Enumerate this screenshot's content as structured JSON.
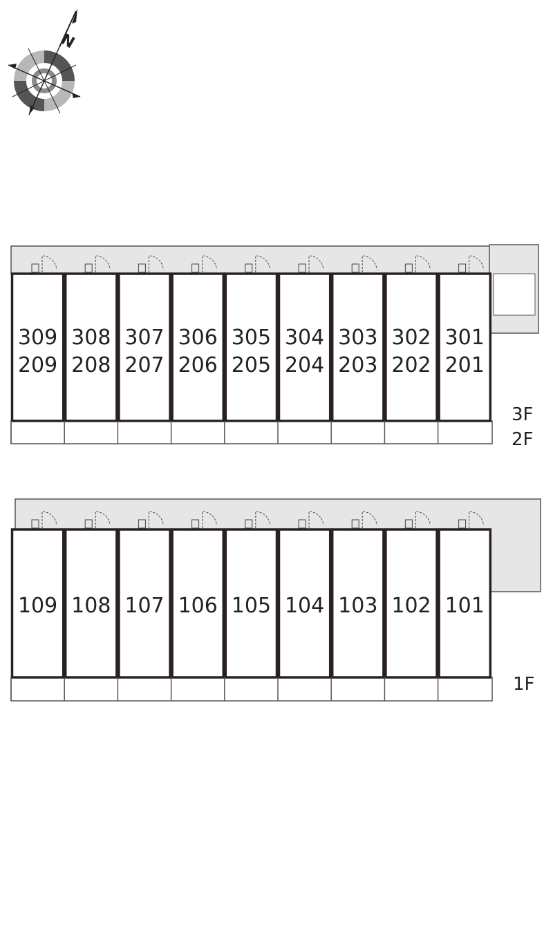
{
  "compass": {
    "north_label": "N",
    "icon": "compass-rose-icon"
  },
  "upper_block": {
    "floor_labels": [
      "3F",
      "2F"
    ],
    "units": [
      {
        "top": "309",
        "bottom": "209"
      },
      {
        "top": "308",
        "bottom": "208"
      },
      {
        "top": "307",
        "bottom": "207"
      },
      {
        "top": "306",
        "bottom": "206"
      },
      {
        "top": "305",
        "bottom": "205"
      },
      {
        "top": "304",
        "bottom": "204"
      },
      {
        "top": "303",
        "bottom": "203"
      },
      {
        "top": "302",
        "bottom": "202"
      },
      {
        "top": "301",
        "bottom": "201"
      }
    ]
  },
  "lower_block": {
    "floor_labels": [
      "1F"
    ],
    "units": [
      "109",
      "108",
      "107",
      "106",
      "105",
      "104",
      "103",
      "102",
      "101"
    ]
  },
  "colors": {
    "wall": "#2a2020",
    "corridor": "#e6e6e6",
    "line": "#555555"
  }
}
